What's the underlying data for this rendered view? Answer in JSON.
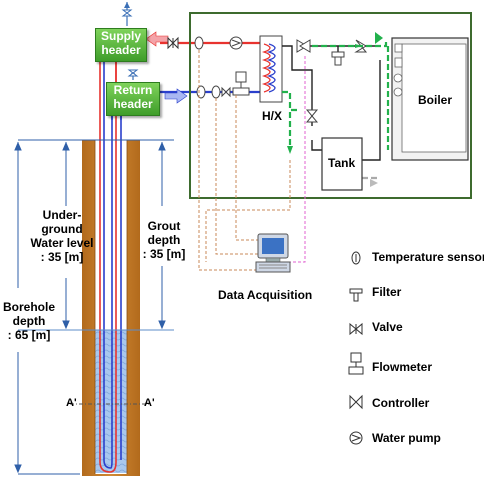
{
  "headers": {
    "supply": [
      "Supply",
      "header"
    ],
    "return": [
      "Return",
      "header"
    ]
  },
  "equipment": {
    "hx": "H/X",
    "tank": "Tank",
    "boiler": "Boiler",
    "daq": "Data Acquisition"
  },
  "borehole": {
    "groundwater": [
      "Under-",
      "ground",
      "Water level",
      ": 35 [m]"
    ],
    "grout": [
      "Grout",
      "depth",
      ": 35 [m]"
    ],
    "depth": [
      "Borehole",
      "depth",
      ": 65 [m]"
    ],
    "section_left": "A'",
    "section_right": "A'"
  },
  "legend": [
    {
      "icon": "temperature-sensor-icon",
      "label": "Temperature sensor"
    },
    {
      "icon": "filter-icon",
      "label": "Filter"
    },
    {
      "icon": "valve-icon",
      "label": "Valve"
    },
    {
      "icon": "flowmeter-icon",
      "label": "Flowmeter"
    },
    {
      "icon": "controller-icon",
      "label": "Controller"
    },
    {
      "icon": "water-pump-icon",
      "label": "Water pump"
    }
  ],
  "colors": {
    "supply_line": "#e8332f",
    "return_line": "#2a3fcc",
    "heating_loop": "#22b14c",
    "signal_daq": "#c98a5a",
    "signal_ctrl": "#e060d0",
    "grout": "#c47a26",
    "frame": "#3d6b2e"
  }
}
